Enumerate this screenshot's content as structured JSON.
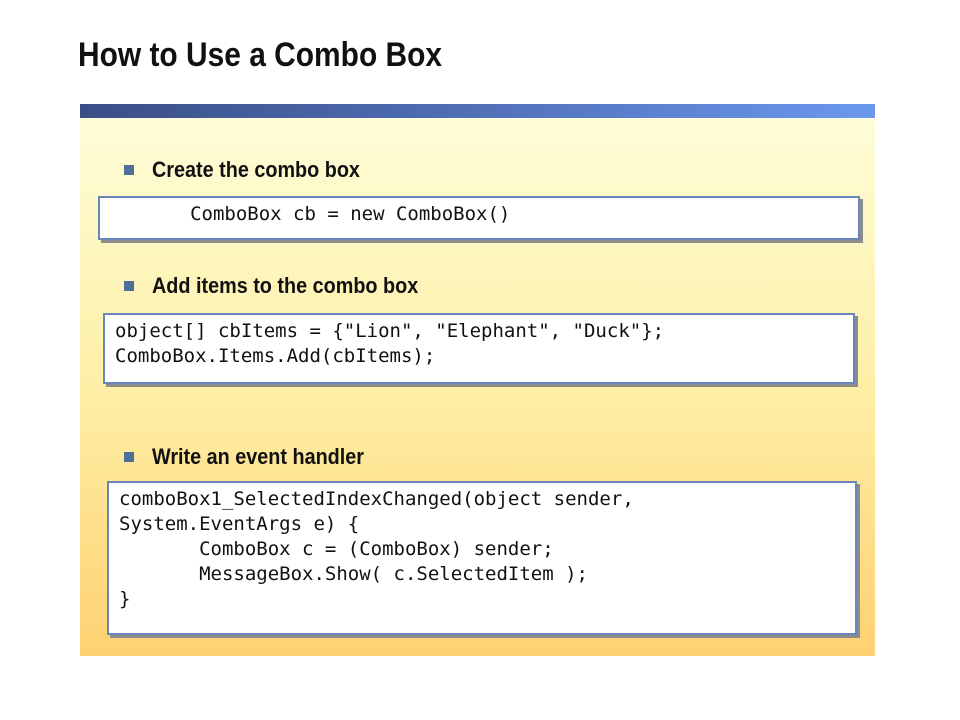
{
  "slide": {
    "title": "How to Use a Combo Box",
    "sections": [
      {
        "heading": "Create the combo box",
        "code": "       ComboBox cb = new ComboBox()"
      },
      {
        "heading": "Add items to the combo box",
        "code": "object[] cbItems = {\"Lion\", \"Elephant\", \"Duck\"};\nComboBox.Items.Add(cbItems);"
      },
      {
        "heading": "Write an event handler",
        "code": "comboBox1_SelectedIndexChanged(object sender,\nSystem.EventArgs e) {\n       ComboBox c = (ComboBox) sender;\n       MessageBox.Show( c.SelectedItem );\n}"
      }
    ]
  }
}
